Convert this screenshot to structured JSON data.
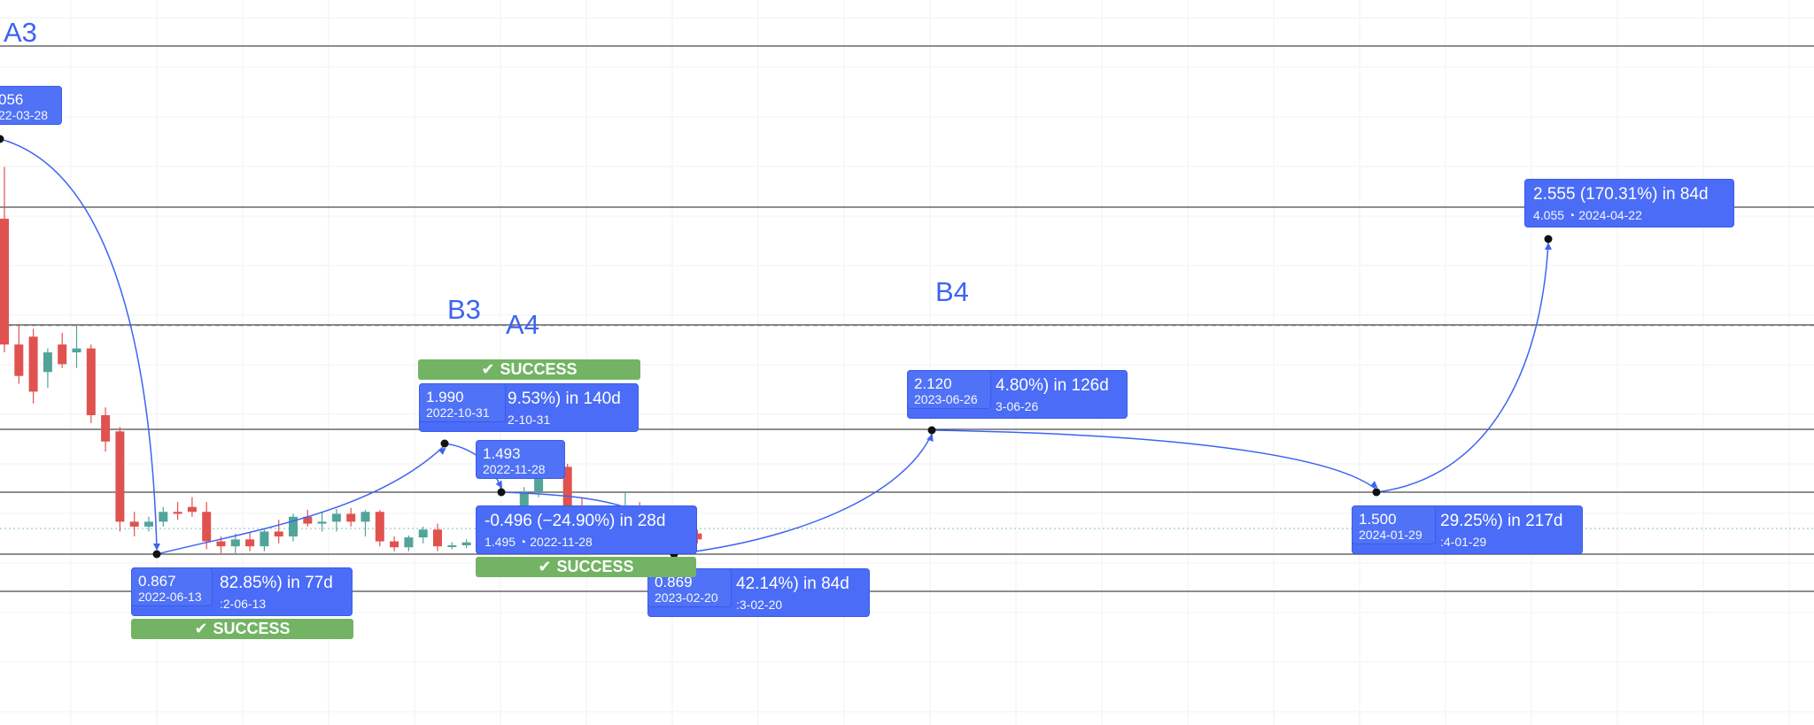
{
  "chart_data": {
    "type": "candlestick",
    "colors": {
      "up": "#52a49a",
      "down": "#e0524f",
      "drawing": "#3d63f2",
      "label_bg": "#4a6cf7",
      "success": "#72b464"
    },
    "horizontal_levels": [
      4.42,
      4.06,
      3.45,
      2.12,
      1.5,
      0.87,
      0.68
    ],
    "wave_labels": [
      {
        "id": "a3",
        "text": "A3"
      },
      {
        "id": "b3",
        "text": "B3"
      },
      {
        "id": "a4",
        "text": "A4"
      },
      {
        "id": "b4",
        "text": "B4"
      }
    ],
    "pivot_labels": [
      {
        "id": "p-2022-03-28",
        "line1": "056",
        "line2": "22-03-28"
      },
      {
        "id": "p-2022-06-13",
        "line1": "0.867",
        "line2": "2022-06-13"
      },
      {
        "id": "p-2022-06-13-partial",
        "line1": "82.85%) in 77d",
        "line2": ":2-06-13"
      },
      {
        "id": "p-2022-10-31",
        "line1": "1.990",
        "line2": "2022-10-31"
      },
      {
        "id": "p-2022-10-31-partial",
        "line1": "9.53%) in 140d",
        "line2": "2-10-31"
      },
      {
        "id": "p-2022-11-28-top",
        "line1": "1.493",
        "line2": "2022-11-28"
      },
      {
        "id": "p-2022-11-28",
        "line1": "-0.496 (−24.90%) in 28d",
        "line2": "1.495 ◔ 2022-11-28"
      },
      {
        "id": "p-2023-02-20",
        "line1": "0.869",
        "line2": "2023-02-20"
      },
      {
        "id": "p-2023-02-20-partial",
        "line1": "42.14%) in 84d",
        "line2": ":3-02-20"
      },
      {
        "id": "p-2023-06-26",
        "line1": "2.120",
        "line2": "2023-06-26"
      },
      {
        "id": "p-2023-06-26-partial",
        "line1": "4.80%) in 126d",
        "line2": "3-06-26"
      },
      {
        "id": "p-2024-01-29",
        "line1": "1.500",
        "line2": "2024-01-29"
      },
      {
        "id": "p-2024-01-29-partial",
        "line1": "29.25%) in 217d",
        "line2": ":4-01-29"
      },
      {
        "id": "p-2024-04-22",
        "line1": "2.555 (170.31%) in 84d",
        "line2": "4.055 ◔ 2024-04-22"
      }
    ],
    "success_badges": [
      {
        "id": "success-1",
        "text": "SUCCESS"
      },
      {
        "id": "success-2",
        "text": "SUCCESS"
      },
      {
        "id": "success-3",
        "text": "SUCCESS"
      }
    ],
    "candles": [
      {
        "o": 4.0,
        "h": 4.15,
        "l": 3.1,
        "c": 3.2
      },
      {
        "o": 3.2,
        "h": 3.45,
        "l": 2.7,
        "c": 2.8
      },
      {
        "o": 3.3,
        "h": 3.4,
        "l": 2.45,
        "c": 2.6
      },
      {
        "o": 2.85,
        "h": 3.15,
        "l": 2.65,
        "c": 3.1
      },
      {
        "o": 3.2,
        "h": 3.35,
        "l": 2.9,
        "c": 2.95
      },
      {
        "o": 3.1,
        "h": 3.45,
        "l": 2.9,
        "c": 3.15
      },
      {
        "o": 3.15,
        "h": 3.2,
        "l": 2.2,
        "c": 2.3
      },
      {
        "o": 2.3,
        "h": 2.4,
        "l": 1.9,
        "c": 2.0
      },
      {
        "o": 2.1,
        "h": 2.15,
        "l": 1.1,
        "c": 1.2
      },
      {
        "o": 1.2,
        "h": 1.3,
        "l": 1.05,
        "c": 1.15
      },
      {
        "o": 1.15,
        "h": 1.25,
        "l": 1.1,
        "c": 1.2
      },
      {
        "o": 1.2,
        "h": 1.35,
        "l": 1.15,
        "c": 1.3
      },
      {
        "o": 1.3,
        "h": 1.4,
        "l": 1.22,
        "c": 1.28
      },
      {
        "o": 1.35,
        "h": 1.45,
        "l": 1.25,
        "c": 1.3
      },
      {
        "o": 1.3,
        "h": 1.4,
        "l": 0.92,
        "c": 1.0
      },
      {
        "o": 1.0,
        "h": 1.05,
        "l": 0.88,
        "c": 0.95
      },
      {
        "o": 0.95,
        "h": 1.08,
        "l": 0.88,
        "c": 1.02
      },
      {
        "o": 1.02,
        "h": 1.1,
        "l": 0.9,
        "c": 0.95
      },
      {
        "o": 0.95,
        "h": 1.12,
        "l": 0.9,
        "c": 1.1
      },
      {
        "o": 1.1,
        "h": 1.22,
        "l": 0.98,
        "c": 1.05
      },
      {
        "o": 1.05,
        "h": 1.28,
        "l": 1.0,
        "c": 1.25
      },
      {
        "o": 1.25,
        "h": 1.32,
        "l": 1.15,
        "c": 1.18
      },
      {
        "o": 1.18,
        "h": 1.3,
        "l": 1.1,
        "c": 1.2
      },
      {
        "o": 1.2,
        "h": 1.33,
        "l": 1.1,
        "c": 1.28
      },
      {
        "o": 1.28,
        "h": 1.34,
        "l": 1.15,
        "c": 1.2
      },
      {
        "o": 1.2,
        "h": 1.32,
        "l": 1.05,
        "c": 1.3
      },
      {
        "o": 1.3,
        "h": 1.32,
        "l": 0.95,
        "c": 1.0
      },
      {
        "o": 1.0,
        "h": 1.05,
        "l": 0.9,
        "c": 0.94
      },
      {
        "o": 0.94,
        "h": 1.06,
        "l": 0.9,
        "c": 1.04
      },
      {
        "o": 1.04,
        "h": 1.15,
        "l": 0.98,
        "c": 1.12
      },
      {
        "o": 1.12,
        "h": 1.18,
        "l": 0.9,
        "c": 0.95
      },
      {
        "o": 0.95,
        "h": 0.99,
        "l": 0.92,
        "c": 0.96
      },
      {
        "o": 0.96,
        "h": 1.02,
        "l": 0.93,
        "c": 0.99
      },
      {
        "o": 0.99,
        "h": 1.25,
        "l": 0.95,
        "c": 1.22
      },
      {
        "o": 1.22,
        "h": 1.3,
        "l": 1.15,
        "c": 1.27
      },
      {
        "o": 1.27,
        "h": 1.32,
        "l": 1.2,
        "c": 1.25
      },
      {
        "o": 1.25,
        "h": 1.55,
        "l": 1.22,
        "c": 1.5
      },
      {
        "o": 1.5,
        "h": 1.8,
        "l": 1.45,
        "c": 1.78
      },
      {
        "o": 1.78,
        "h": 1.99,
        "l": 1.7,
        "c": 1.75
      },
      {
        "o": 1.75,
        "h": 1.78,
        "l": 1.3,
        "c": 1.35
      },
      {
        "o": 1.35,
        "h": 1.45,
        "l": 1.0,
        "c": 1.1
      },
      {
        "o": 1.1,
        "h": 1.2,
        "l": 0.95,
        "c": 1.0
      },
      {
        "o": 1.0,
        "h": 1.12,
        "l": 0.95,
        "c": 1.08
      },
      {
        "o": 1.08,
        "h": 1.5,
        "l": 1.05,
        "c": 1.18
      },
      {
        "o": 1.18,
        "h": 1.4,
        "l": 0.95,
        "c": 1.0
      },
      {
        "o": 1.0,
        "h": 1.08,
        "l": 0.92,
        "c": 0.95
      },
      {
        "o": 0.95,
        "h": 1.05,
        "l": 0.9,
        "c": 1.0
      },
      {
        "o": 1.0,
        "h": 1.1,
        "l": 0.95,
        "c": 1.08
      },
      {
        "o": 1.08,
        "h": 1.12,
        "l": 0.98,
        "c": 1.02
      }
    ]
  }
}
